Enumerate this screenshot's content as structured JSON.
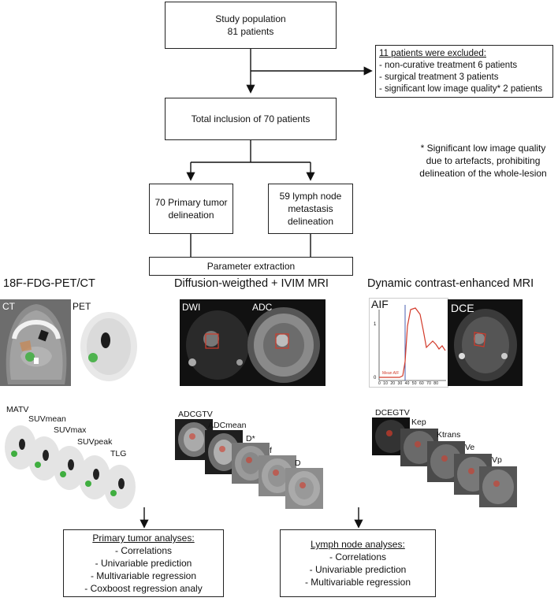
{
  "flow": {
    "study": [
      "Study population",
      "81 patients"
    ],
    "excluded": {
      "title": "11 patients were excluded:",
      "items": [
        "- non-curative treatment 6 patients",
        "- surgical treatment 3 patients",
        "- significant low image quality* 2 patients"
      ]
    },
    "total": "Total inclusion of 70 patients",
    "footnote": [
      "* Significant low image quality",
      "due to artefacts, prohibiting",
      "delineation of the whole-lesion"
    ],
    "primary_box": [
      "70 Primary tumor",
      "delineation"
    ],
    "lymph_box": [
      "59 lymph node",
      "metastasis",
      "delineation"
    ],
    "param": "Parameter extraction"
  },
  "sections": {
    "pet": "18F-FDG-PET/CT",
    "dwi": "Diffusion-weigthed + IVIM MRI",
    "dce": "Dynamic contrast-enhanced MRI"
  },
  "image_labels": {
    "ct": "CT",
    "pet": "PET",
    "dwi": "DWI",
    "adc": "ADC",
    "aif": "AIF",
    "dce": "DCE",
    "aif_ytick_1": "1",
    "aif_ytick_0": "0",
    "aif_xticks": [
      "0",
      "10",
      "20",
      "30",
      "40",
      "50",
      "60",
      "70",
      "80"
    ],
    "aif_legend": "Mean AIF"
  },
  "pet_params": [
    "MATV",
    "SUVmean",
    "SUVmax",
    "SUVpeak",
    "TLG"
  ],
  "dwi_params": [
    "ADCGTV",
    "ADCmean",
    "D*",
    "f",
    "D"
  ],
  "dce_params": [
    "DCEGTV",
    "Kep",
    "Ktrans",
    "Ve",
    "Vp"
  ],
  "analyses": {
    "primary": {
      "title": "Primary tumor analyses:",
      "items": [
        "- Correlations",
        "- Univariable prediction",
        "- Multivariable regression",
        "- Coxboost regression analy"
      ]
    },
    "lymph": {
      "title": "Lymph node analyses:",
      "items": [
        "- Correlations",
        "- Univariable prediction",
        "- Multivariable regression"
      ]
    }
  },
  "colors": {
    "line": "#222222",
    "roi": "#d23a2a",
    "aif_curve": "#d23a2a",
    "aif_marker": "#4a5fb0",
    "pet_uptake": "#3fae3f"
  }
}
